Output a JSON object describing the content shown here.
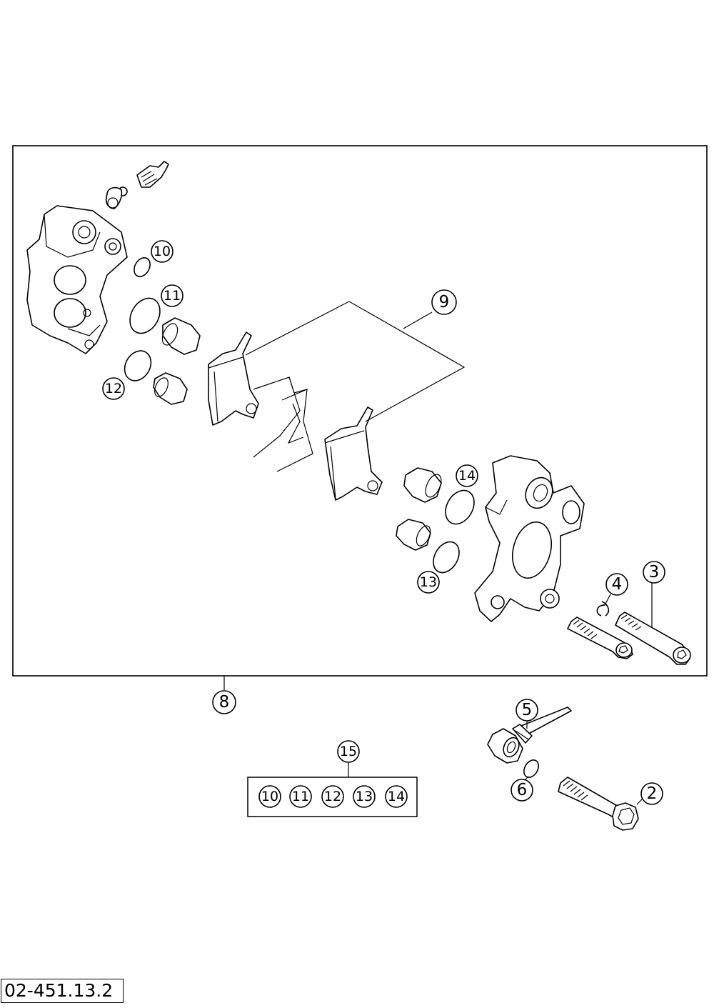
{
  "drawing_number": "02-451.13.2",
  "callouts": {
    "c2": "2",
    "c3": "3",
    "c4": "4",
    "c5": "5",
    "c6": "6",
    "c8": "8",
    "c9": "9",
    "c10": "10",
    "c11": "11",
    "c12": "12",
    "c13": "13",
    "c14": "14",
    "c15": "15"
  },
  "kit_15_items": [
    "10",
    "11",
    "12",
    "13",
    "14"
  ]
}
